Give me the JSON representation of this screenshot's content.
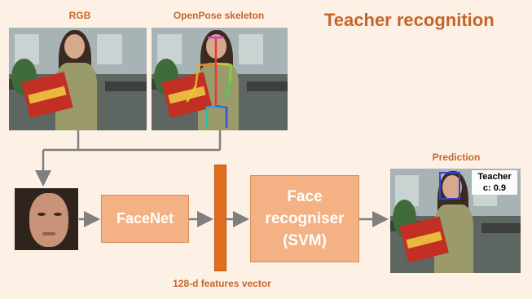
{
  "title": "Teacher recognition",
  "labels": {
    "rgb": "RGB",
    "openpose": "OpenPose skeleton",
    "prediction": "Prediction",
    "features": "128-d features vector"
  },
  "blocks": {
    "facenet": "FaceNet",
    "recogniser_line1": "Face",
    "recogniser_line2": "recogniser",
    "recogniser_line3": "(SVM)"
  },
  "prediction_box": {
    "class_label": "Teacher",
    "confidence": "c: 0.9"
  },
  "colors": {
    "title": "#c5652a",
    "block_fill": "#f4b183",
    "vector_fill": "#e06e1e",
    "arrow": "#7f7f7f",
    "background": "#fdf1e6"
  }
}
